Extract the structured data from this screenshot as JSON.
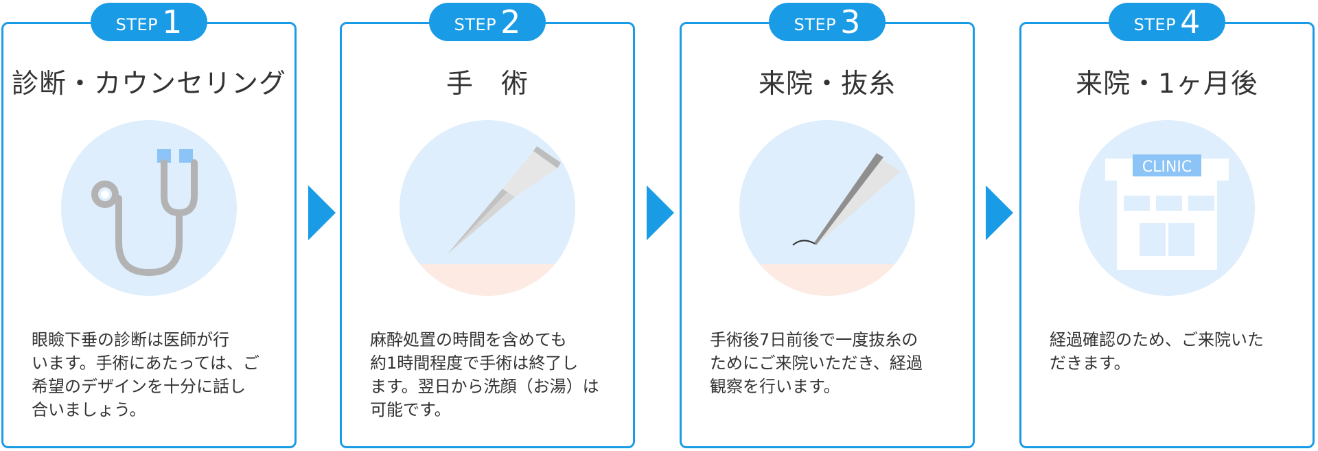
{
  "steps": [
    {
      "step_word": "STEP",
      "step_number": "1",
      "title": "診断・カウンセリング",
      "illustration_icon": "stethoscope-icon",
      "description": "眼瞼下垂の診断は医師が行\nいます。手術にあたっては、ご\n希望のデザインを十分に話し\n合いましょう。"
    },
    {
      "step_word": "STEP",
      "step_number": "2",
      "title": "手　術",
      "illustration_icon": "scalpel-icon",
      "description": "麻酔処置の時間を含めても\n約1時間程度で手術は終了し\nます。翌日から洗顔（お湯）は\n可能です。"
    },
    {
      "step_word": "STEP",
      "step_number": "3",
      "title": "来院・抜糸",
      "illustration_icon": "tweezers-icon",
      "description": "手術後7日前後で一度抜糸の\nためにご来院いただき、経過\n観察を行います。"
    },
    {
      "step_word": "STEP",
      "step_number": "4",
      "title": "来院・1ヶ月後",
      "illustration_icon": "clinic-building-icon",
      "clinic_sign": "CLINIC",
      "description": "経過確認のため、ご来院いた\nだきます。"
    }
  ],
  "colors": {
    "accent": "#1a9be6",
    "circle_bg": "#deeefc",
    "skin": "#fdebe3",
    "text": "#333333"
  }
}
